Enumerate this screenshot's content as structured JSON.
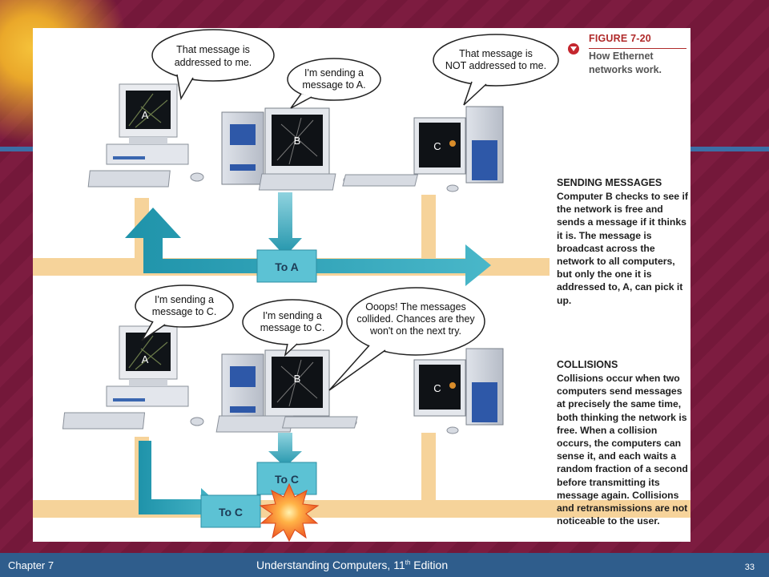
{
  "figure": {
    "number": "FIGURE 7-20",
    "caption": "How Ethernet networks work."
  },
  "top_panel": {
    "bubble_a": [
      "That message is",
      "addressed to me."
    ],
    "bubble_b": [
      "I'm sending a",
      "message to A."
    ],
    "bubble_c": [
      "That message is",
      "NOT addressed to me."
    ],
    "packet": "To A",
    "computers": [
      "A",
      "B",
      "C"
    ]
  },
  "bottom_panel": {
    "bubble_a": [
      "I'm sending a",
      "message to C."
    ],
    "bubble_b": [
      "I'm sending a",
      "message to C."
    ],
    "bubble_collision": [
      "Ooops! The messages",
      "collided. Chances are they",
      "won't on the next try."
    ],
    "packet_b": "To C",
    "packet_a": "To C",
    "computers": [
      "A",
      "B",
      "C"
    ]
  },
  "sending_messages": {
    "title": "SENDING MESSAGES",
    "body": "Computer B checks to see if the network is free and sends a message if it thinks it is. The message is broadcast across the network to all computers, but only the one it is addressed to, A, can pick it up."
  },
  "collisions": {
    "title": "COLLISIONS",
    "body": "Collisions occur when two computers send messages at precisely the same time, both thinking the network is free. When a collision occurs, the computers can sense it, and each waits a random fraction of a second before transmitting its message again. Collisions and retransmissions are not noticeable to the user."
  },
  "footer": {
    "chapter": "Chapter 7",
    "title_main": "Understanding Computers, 11",
    "title_sup": "th",
    "title_end": " Edition",
    "page": "33"
  },
  "colors": {
    "network_line": "#f6d39a",
    "arrow": "#2aa3b8",
    "packet": "#5cc2d4",
    "explosion": "#f26a2a",
    "footer": "#2f5d8c",
    "background": "#7a1b3d"
  }
}
